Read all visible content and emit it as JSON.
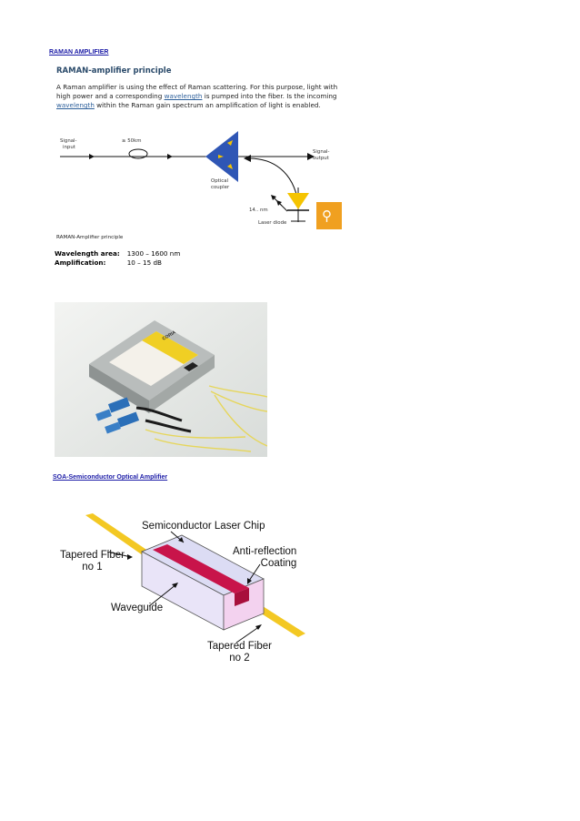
{
  "raman": {
    "link": "RAMAN AMPLIFIER",
    "heading": "RAMAN-amplifier principle",
    "paragraph": {
      "p1": "A Raman amplifier is using the effect of Raman scattering. For this purpose, light with high power and a corresponding ",
      "w1": "wavelength",
      "p2": " is pumped into the fiber. Is the incoming ",
      "w2": "wavelength",
      "p3": " within the Raman gain spectrum an amplification of light is enabled."
    },
    "diagram": {
      "signal_input": [
        "Signal-",
        "input"
      ],
      "distance": "≥ 50km",
      "optical_coupler": [
        "Optical",
        "coupler"
      ],
      "signal_output": [
        "Signal-",
        "output"
      ],
      "pump_wavelength": "14.. nm",
      "laser_diode": "Laser diode",
      "colors": {
        "coupler": "#2f56b5",
        "diode": "#f5c400",
        "zoom_badge": "#f0a020"
      }
    },
    "caption": "RAMAN-Amplifier principle",
    "specs": [
      {
        "label": "Wavelength area:",
        "value": "1300 – 1600 nm"
      },
      {
        "label": "Amplification:",
        "value": "10 – 15 dB"
      }
    ],
    "product_photo": {
      "brand": "CORIA"
    }
  },
  "soa": {
    "link": "SOA-Semiconductor Optical Amplifier",
    "labels": {
      "chip": "Semiconductor Laser Chip",
      "tapered1": [
        "Tapered Fiber",
        "no 1"
      ],
      "anti": [
        "Anti-reflection",
        "Coating"
      ],
      "waveguide": "Waveguide",
      "tapered2": [
        "Tapered Fiber",
        "no 2"
      ]
    },
    "colors": {
      "fiber": "#f3c823",
      "chip_top": "#d9d9f2",
      "chip_front": "#f0cdee",
      "waveguide": "#c8144a"
    }
  }
}
